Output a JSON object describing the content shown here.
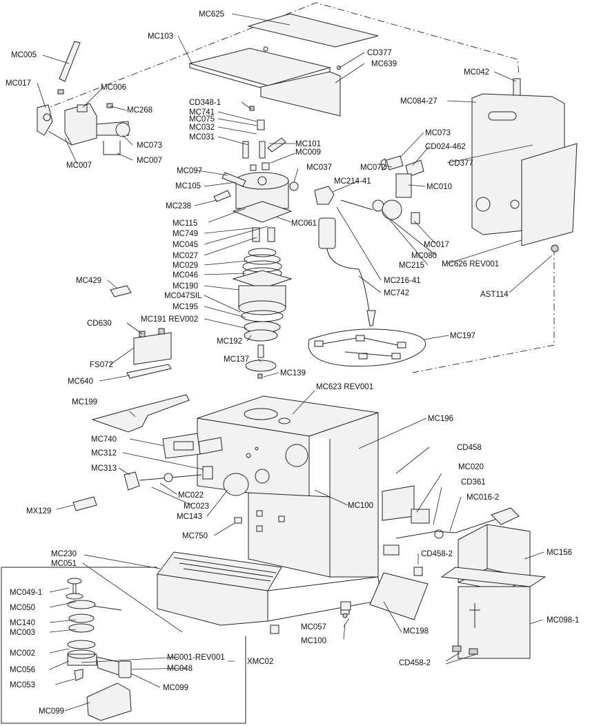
{
  "labels": {
    "MC625": "MC625",
    "MC103": "MC103",
    "CD377_top": "CD377",
    "MC639": "MC639",
    "MC005": "MC005",
    "MC017_left": "MC017",
    "MC006": "MC006",
    "MC268": "MC268",
    "MC073_left": "MC073",
    "MC007_a": "MC007",
    "MC007_b": "MC007",
    "CD348_1": "CD348-1",
    "MC741": "MC741",
    "MC075": "MC075",
    "MC032": "MC032",
    "MC031": "MC031",
    "MC101": "MC101",
    "MC009": "MC009",
    "MC037": "MC037",
    "MC097": "MC097",
    "MC105": "MC105",
    "MC238": "MC238",
    "MC115": "MC115",
    "MC061": "MC061",
    "MC749": "MC749",
    "MC045": "MC045",
    "MC027": "MC027",
    "MC029": "MC029",
    "MC046": "MC046",
    "MC190": "MC190",
    "MC047SIL": "MC047SIL",
    "MC195": "MC195",
    "MC191": "MC191 REV002",
    "MC192": "MC192",
    "MC137": "MC137",
    "MC139": "MC139",
    "MC429": "MC429",
    "CD630": "CD630",
    "FS072": "FS072",
    "MC640": "MC640",
    "MC042": "MC042",
    "MC084_27": "MC084-27",
    "MC073_right": "MC073",
    "CD024_462": "CD024-462",
    "MC072": "MC072",
    "CD377_right": "CD377",
    "MC214_41": "MC214-41",
    "MC010": "MC010",
    "MC017_right": "MC017",
    "MC080": "MC080",
    "MC215": "MC215",
    "MC626": "MC626 REV001",
    "MC216_41": "MC216-41",
    "AST114": "AST114",
    "MC742": "MC742",
    "MC197": "MC197",
    "MC623": "MC623 REV001",
    "MC199": "MC199",
    "MC196": "MC196",
    "MC740": "MC740",
    "MC312": "MC312",
    "MC313": "MC313",
    "MC022": "MC022",
    "MC023": "MC023",
    "MC143": "MC143",
    "MC100_mid": "MC100",
    "CD458": "CD458",
    "MC020": "MC020",
    "CD361": "CD361",
    "MC016_2": "MC016-2",
    "MX129": "MX129",
    "MC750": "MC750",
    "MC230": "MC230",
    "MC051": "MC051",
    "CD458_2_mid": "CD458-2",
    "MC156": "MC156",
    "MC049_1": "MC049-1",
    "MC050": "MC050",
    "MC140": "MC140",
    "MC003": "MC003",
    "MC002": "MC002",
    "MC056": "MC056",
    "MC001": "MC001-REV001",
    "MC048": "MC048",
    "XMC02": "XMC02",
    "MC053": "MC053",
    "MC099_a": "MC099",
    "MC099_b": "MC099",
    "MC057": "MC057",
    "MC100_bot": "MC100",
    "MC198": "MC198",
    "MC098_1": "MC098-1",
    "CD458_2_bot": "CD458-2"
  }
}
